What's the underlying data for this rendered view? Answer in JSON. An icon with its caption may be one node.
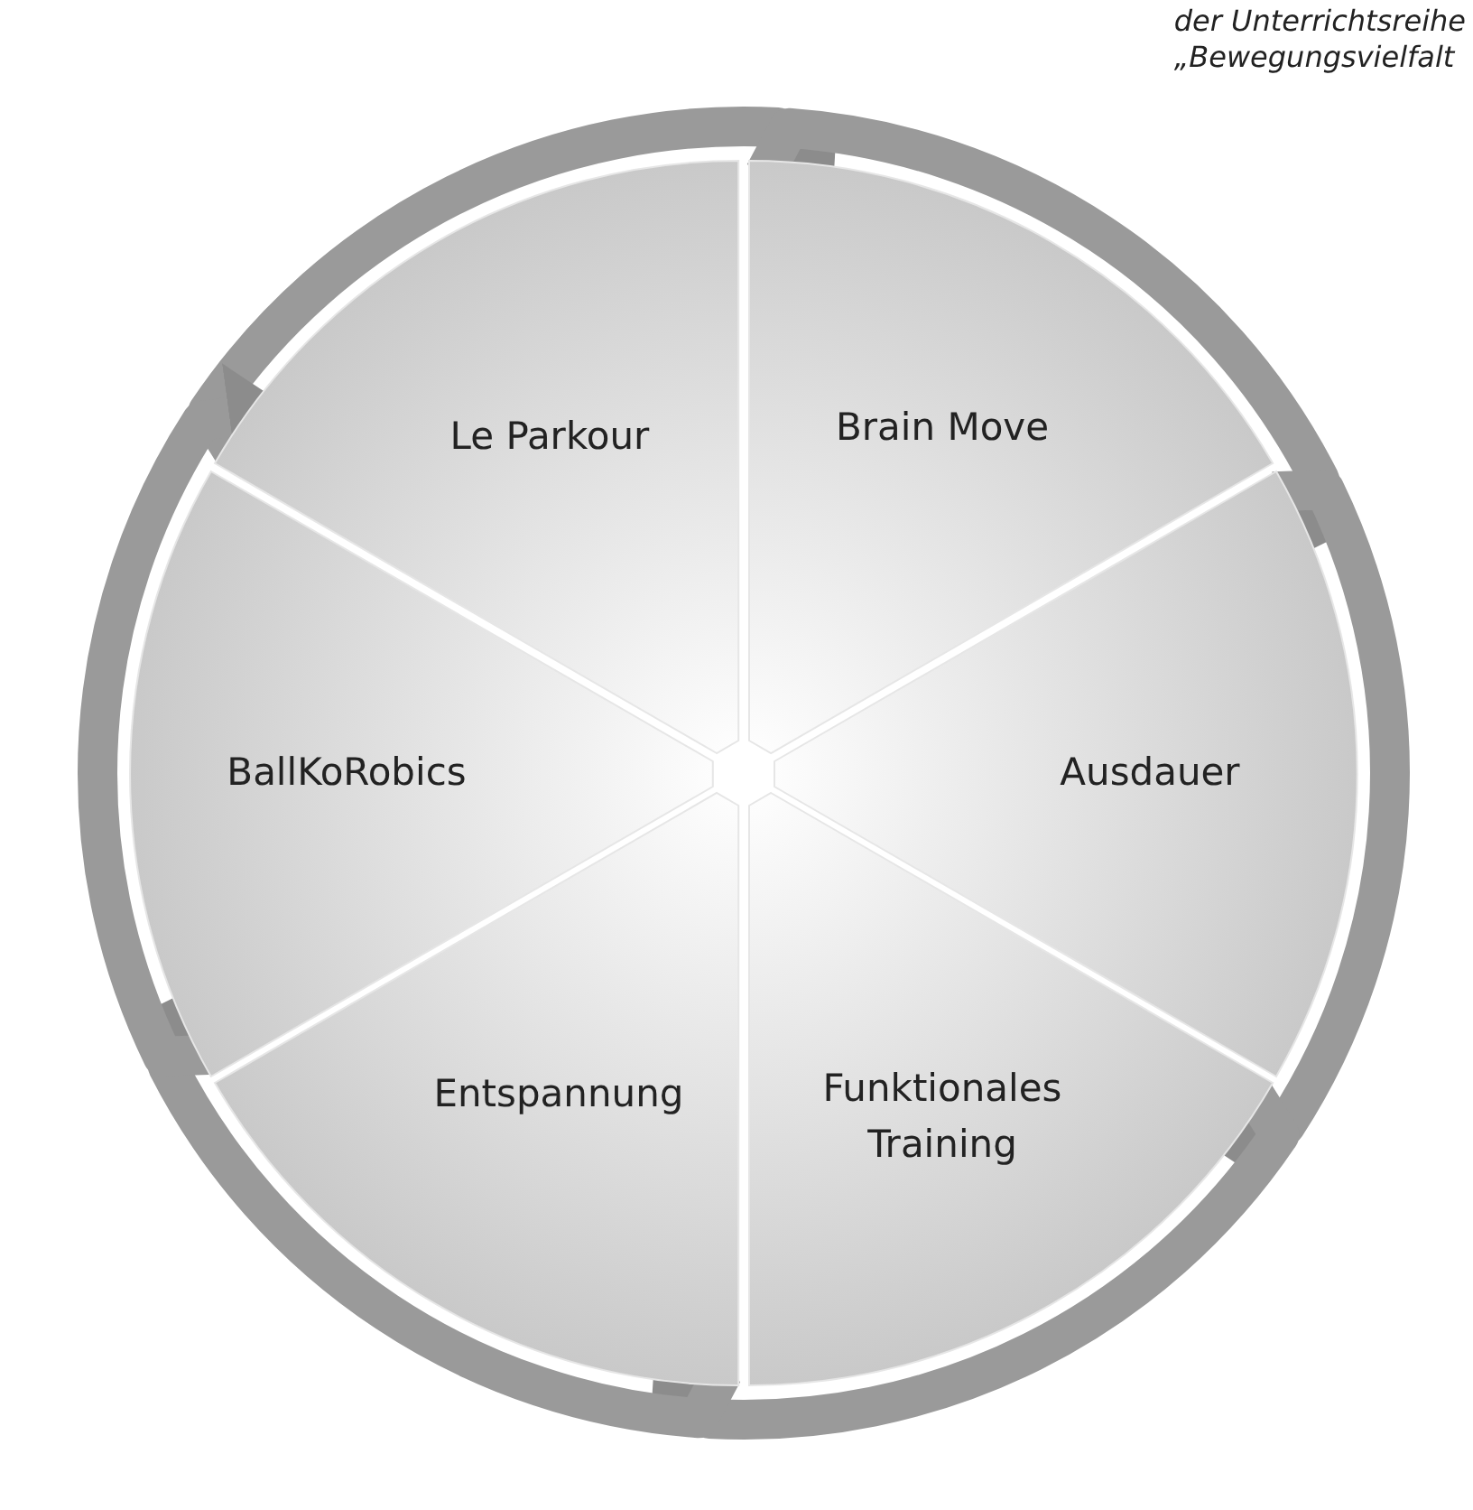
{
  "diagram": {
    "nodes": [
      {
        "text": [
          "Le Parkour"
        ]
      },
      {
        "text": [
          "Brain Move"
        ]
      },
      {
        "text": [
          "Ausdauer"
        ]
      },
      {
        "text": [
          "Funktionales Training"
        ]
      },
      {
        "text": [
          "Entspannung"
        ]
      },
      {
        "text": [
          "BallKoRobics"
        ]
      }
    ],
    "edges": [
      {
        "from": 0,
        "to": 1,
        "arrow": "to"
      },
      {
        "from": 1,
        "to": 2,
        "arrow": "to"
      },
      {
        "from": 2,
        "to": 3,
        "arrow": "to"
      },
      {
        "from": 3,
        "to": 4,
        "arrow": "to"
      },
      {
        "from": 4,
        "to": 5,
        "arrow": "to"
      },
      {
        "from": 5,
        "to": 0,
        "arrow": "to"
      }
    ],
    "labels": [
      "der Unterrichtsreihe",
      "„Bewegungsvielfalt"
    ]
  }
}
